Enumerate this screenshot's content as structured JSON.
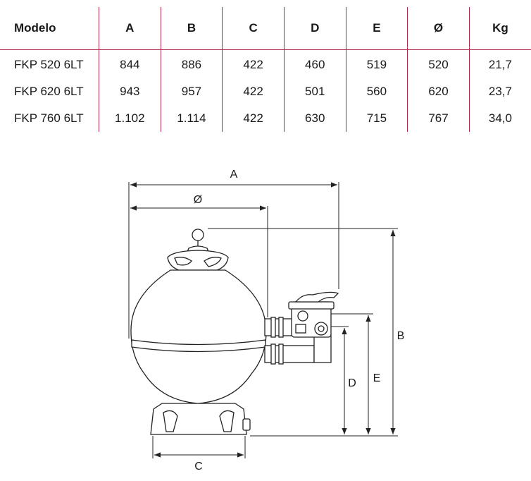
{
  "table": {
    "headers": [
      "Modelo",
      "A",
      "B",
      "C",
      "D",
      "E",
      "Ø",
      "Kg"
    ],
    "rows": [
      [
        "FKP 520 6LT",
        "844",
        "886",
        "422",
        "460",
        "519",
        "520",
        "21,7"
      ],
      [
        "FKP 620 6LT",
        "943",
        "957",
        "422",
        "501",
        "560",
        "620",
        "23,7"
      ],
      [
        "FKP 760 6LT",
        "1.102",
        "1.114",
        "422",
        "630",
        "715",
        "767",
        "34,0"
      ]
    ]
  },
  "diagram": {
    "labels": {
      "A": "A",
      "diameter": "Ø",
      "B": "B",
      "C": "C",
      "D": "D",
      "E": "E"
    }
  },
  "colors": {
    "rule": "#b0284c",
    "line": "#222222"
  }
}
